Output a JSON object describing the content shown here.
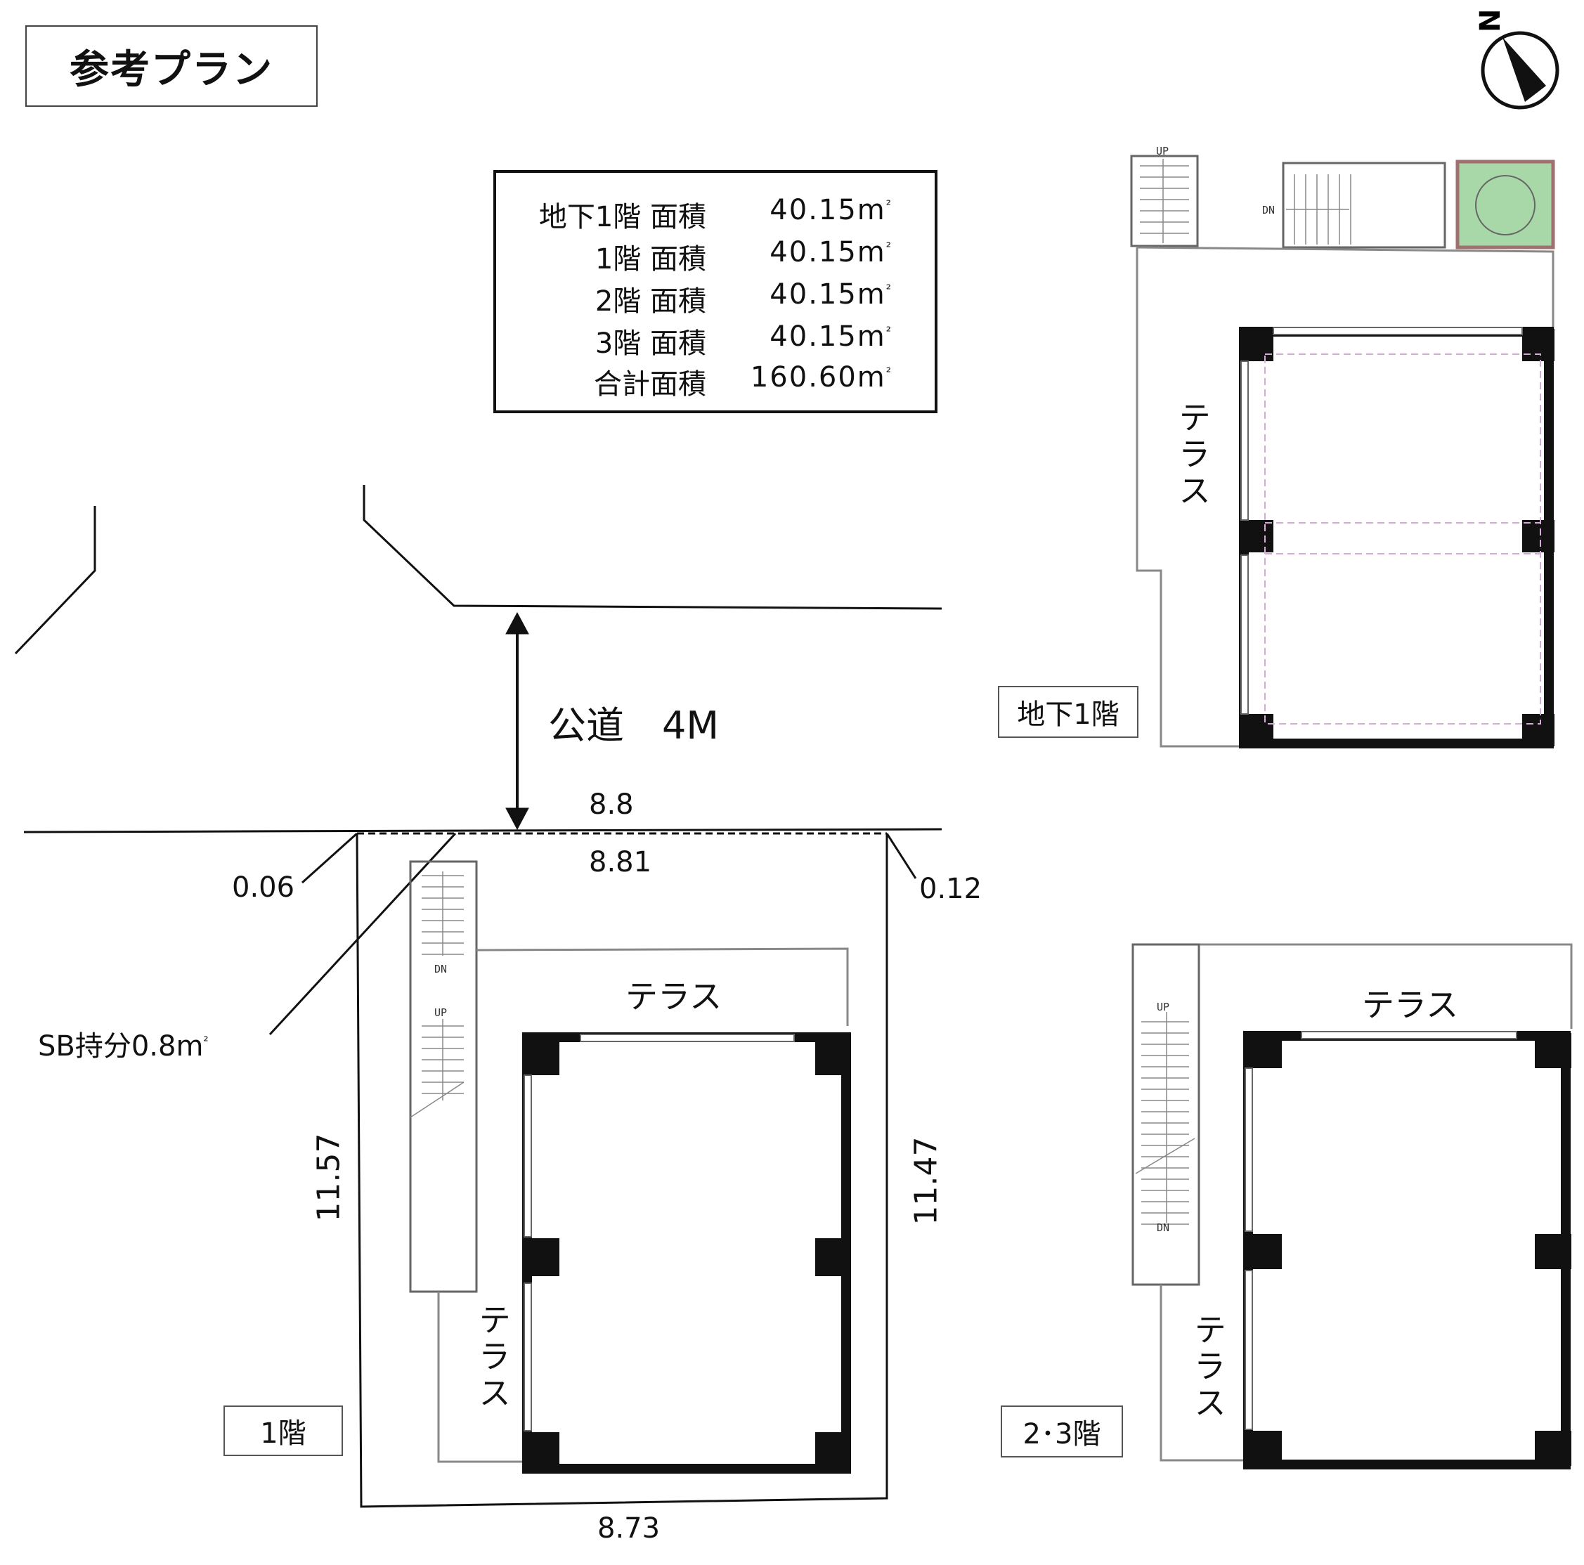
{
  "title": "参考プラン",
  "area_table": {
    "rows": [
      {
        "label": "地下1階 面積",
        "value": "40.15m",
        "unit": "²"
      },
      {
        "label": "1階 面積",
        "value": "40.15m",
        "unit": "²"
      },
      {
        "label": "2階 面積",
        "value": "40.15m",
        "unit": "²"
      },
      {
        "label": "3階 面積",
        "value": "40.15m",
        "unit": "²"
      },
      {
        "label": "合計面積",
        "value": "160.60m",
        "unit": "²"
      }
    ]
  },
  "road": {
    "label": "公道　4M"
  },
  "site_dims": {
    "top_road": "8.8",
    "top_lot": "8.81",
    "left_offset": "0.06",
    "right_offset": "0.12",
    "left_side": "11.57",
    "right_side": "11.47",
    "bottom": "8.73",
    "sb_share": "SB持分0.8m",
    "sb_unit": "²"
  },
  "floor_labels": {
    "b1": "地下1階",
    "f1": "1階",
    "f23": "2･3階"
  },
  "terrace": "テラス",
  "stair_marks": {
    "up": "UP",
    "dn": "DN"
  },
  "compass": {
    "letter": "N"
  },
  "colors": {
    "planter": "#a8d8a8",
    "planter_border": "#a07070",
    "room_dash": "#d8a8d8"
  }
}
